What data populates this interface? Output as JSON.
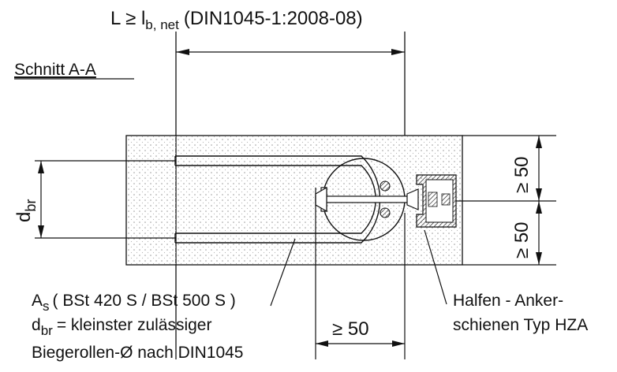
{
  "top_dimension": {
    "prefix": "L ≥ l",
    "subscript": "b, net",
    "standard": "(DIN1045-1:2008-08)"
  },
  "section_title": "Schnitt A-A",
  "left_dimension": {
    "main": "d",
    "subscript": "br"
  },
  "right_dimensions": {
    "upper": "≥ 50",
    "lower": "≥ 50"
  },
  "bottom_dimension": "≥ 50",
  "rebar_note": {
    "symbol": "A",
    "subscript": "s",
    "spec": "( BSt 420 S / BSt 500 S )",
    "line2_symbol": "d",
    "line2_subscript": "br",
    "line2_text": "= kleinster zulässiger",
    "line3_text": "Biegerollen-Ø nach DIN1045"
  },
  "rail_note": {
    "line1": "Halfen - Anker-",
    "line2": "schienen Typ HZA"
  },
  "colors": {
    "ink": "#111111",
    "concrete_dots": "#9a9a9a",
    "background": "#ffffff"
  }
}
